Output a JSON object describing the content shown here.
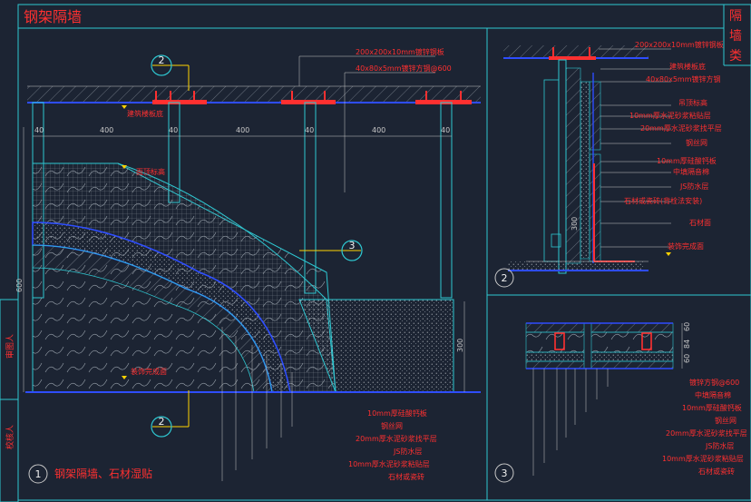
{
  "title": "钢架隔墙",
  "category_label": [
    "隔",
    "墙",
    "类"
  ],
  "side_labels": [
    "审图人",
    "校核人"
  ],
  "views": [
    {
      "id": "1",
      "caption": "钢架隔墙、石材湿贴"
    },
    {
      "id": "2",
      "caption": ""
    },
    {
      "id": "3",
      "caption": ""
    }
  ],
  "section_marks": [
    "2",
    "2",
    "3"
  ],
  "view1": {
    "dimensions_top": [
      "40",
      "400",
      "40",
      "400",
      "40",
      "400",
      "40"
    ],
    "dimension_left": "600",
    "dimension_right": "300",
    "labels": {
      "plate": "200x200x10mm镀锌钢板",
      "tube": "40x80x5mm镀锌方钢@600",
      "floor_level": "建筑楼板底",
      "top_level": "面顶标高",
      "finish_level": "装饰完成面"
    },
    "bottom_leaders": [
      "10mm厚硅酸钙板",
      "钢丝网",
      "20mm厚水泥砂浆找平层",
      "JS防水层",
      "10mm厚水泥砂浆粘贴层",
      "石材或瓷砖"
    ]
  },
  "view2": {
    "labels": [
      "200x200x10mm镀锌钢板",
      "建筑楼板底",
      "40x80x5mm镀锌方钢",
      "吊顶标高",
      "10mm厚水泥砂浆粘贴层",
      "20mm厚水泥砂浆找平层",
      "钢丝网",
      "10mm厚硅酸钙板",
      "中填隔音棉",
      "JS防水层",
      "石材或瓷砖(背栓法安装)",
      "石材面",
      "装饰完成面"
    ],
    "dimension": "300"
  },
  "view3": {
    "dimensions": [
      "60",
      "84",
      "60"
    ],
    "labels": [
      "镀锌方钢@600",
      "中填隔音棉",
      "10mm厚硅酸钙板",
      "钢丝网",
      "20mm厚水泥砂浆找平层",
      "JS防水层",
      "10mm厚水泥砂浆粘贴层",
      "石材或瓷砖"
    ]
  }
}
